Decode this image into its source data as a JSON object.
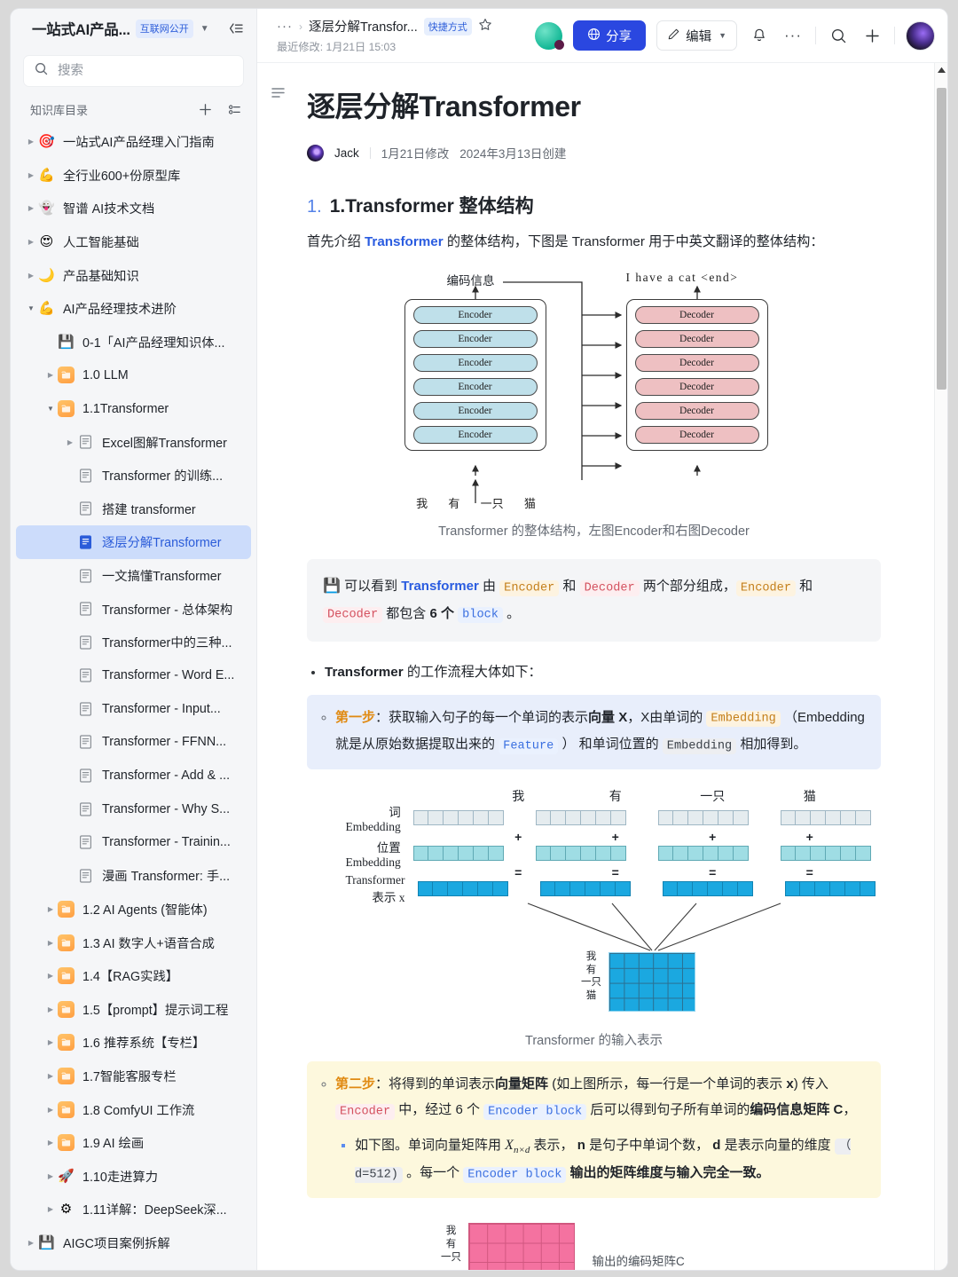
{
  "sidebar": {
    "title": "一站式AI产品...",
    "badge": "互联网公开",
    "search_placeholder": "搜索",
    "catalog_label": "知识库目录",
    "tree": [
      {
        "label": "一站式AI产品经理入门指南",
        "icon": "🎯",
        "depth": 0,
        "arrow": "right",
        "type": "emoji"
      },
      {
        "label": "全行业600+份原型库",
        "icon": "💪",
        "depth": 0,
        "arrow": "right",
        "type": "emoji"
      },
      {
        "label": "智谱 AI技术文档",
        "icon": "👻",
        "depth": 0,
        "arrow": "right",
        "type": "emoji"
      },
      {
        "label": "人工智能基础",
        "icon": "😍",
        "depth": 0,
        "arrow": "right",
        "type": "emoji"
      },
      {
        "label": "产品基础知识",
        "icon": "🌙",
        "depth": 0,
        "arrow": "right",
        "type": "emoji"
      },
      {
        "label": "AI产品经理技术进阶",
        "icon": "💪",
        "depth": 0,
        "arrow": "down",
        "type": "emoji"
      },
      {
        "label": "0-1「AI产品经理知识体...",
        "icon": "💾",
        "depth": 1,
        "arrow": "none",
        "type": "emoji"
      },
      {
        "label": "1.0 LLM",
        "icon": "folder",
        "depth": 1,
        "arrow": "right",
        "type": "chip"
      },
      {
        "label": "1.1Transformer",
        "icon": "folder",
        "depth": 1,
        "arrow": "down",
        "type": "chip"
      },
      {
        "label": "Excel图解Transformer",
        "icon": "doc",
        "depth": 2,
        "arrow": "right",
        "type": "doc"
      },
      {
        "label": "Transformer 的训练...",
        "icon": "doc",
        "depth": 2,
        "arrow": "none",
        "type": "doc"
      },
      {
        "label": "搭建 transformer",
        "icon": "doc",
        "depth": 2,
        "arrow": "none",
        "type": "doc"
      },
      {
        "label": "逐层分解Transformer",
        "icon": "doc",
        "depth": 2,
        "arrow": "none",
        "type": "doc",
        "selected": true
      },
      {
        "label": "一文搞懂Transformer",
        "icon": "doc",
        "depth": 2,
        "arrow": "none",
        "type": "doc"
      },
      {
        "label": "Transformer - 总体架构",
        "icon": "doc",
        "depth": 2,
        "arrow": "none",
        "type": "doc"
      },
      {
        "label": "Transformer中的三种...",
        "icon": "doc",
        "depth": 2,
        "arrow": "none",
        "type": "doc"
      },
      {
        "label": "Transformer - Word E...",
        "icon": "doc",
        "depth": 2,
        "arrow": "none",
        "type": "doc"
      },
      {
        "label": "Transformer - Input...",
        "icon": "doc",
        "depth": 2,
        "arrow": "none",
        "type": "doc"
      },
      {
        "label": "Transformer - FFNN...",
        "icon": "doc",
        "depth": 2,
        "arrow": "none",
        "type": "doc"
      },
      {
        "label": "Transformer - Add & ...",
        "icon": "doc",
        "depth": 2,
        "arrow": "none",
        "type": "doc"
      },
      {
        "label": "Transformer - Why S...",
        "icon": "doc",
        "depth": 2,
        "arrow": "none",
        "type": "doc"
      },
      {
        "label": "Transformer - Trainin...",
        "icon": "doc",
        "depth": 2,
        "arrow": "none",
        "type": "doc"
      },
      {
        "label": "漫画 Transformer: 手...",
        "icon": "doc",
        "depth": 2,
        "arrow": "none",
        "type": "doc"
      },
      {
        "label": "1.2 AI Agents (智能体)",
        "icon": "folder",
        "depth": 1,
        "arrow": "right",
        "type": "chip"
      },
      {
        "label": "1.3 AI 数字人+语音合成",
        "icon": "folder",
        "depth": 1,
        "arrow": "right",
        "type": "chip"
      },
      {
        "label": "1.4【RAG实践】",
        "icon": "folder",
        "depth": 1,
        "arrow": "right",
        "type": "chip"
      },
      {
        "label": "1.5【prompt】提示词工程",
        "icon": "folder",
        "depth": 1,
        "arrow": "right",
        "type": "chip"
      },
      {
        "label": "1.6 推荐系统【专栏】",
        "icon": "folder",
        "depth": 1,
        "arrow": "right",
        "type": "chip"
      },
      {
        "label": "1.7智能客服专栏",
        "icon": "folder",
        "depth": 1,
        "arrow": "right",
        "type": "chip"
      },
      {
        "label": "1.8 ComfyUI 工作流",
        "icon": "folder",
        "depth": 1,
        "arrow": "right",
        "type": "chip"
      },
      {
        "label": "1.9 AI 绘画",
        "icon": "folder",
        "depth": 1,
        "arrow": "right",
        "type": "chip"
      },
      {
        "label": "1.10走进算力",
        "icon": "🚀",
        "depth": 1,
        "arrow": "right",
        "type": "emoji"
      },
      {
        "label": "1.11详解：DeepSeek深...",
        "icon": "⚙",
        "depth": 1,
        "arrow": "right",
        "type": "emoji"
      },
      {
        "label": "AIGC项目案例拆解",
        "icon": "💾",
        "depth": 0,
        "arrow": "right",
        "type": "emoji"
      }
    ]
  },
  "topbar": {
    "crumb_dots": "···",
    "crumb_sep": "›",
    "crumb_current": "逐层分解Transfor...",
    "crumb_tag": "快捷方式",
    "sub_text": "最近修改: 1月21日 15:03",
    "share_label": "分享",
    "edit_label": "编辑"
  },
  "doc": {
    "title": "逐层分解Transformer",
    "author": "Jack",
    "modified": "1月21日修改",
    "created": "2024年3月13日创建",
    "section_num": "1.",
    "section_title": "1.Transformer 整体结构",
    "intro_a": "首先介绍 ",
    "intro_b": "Transformer",
    "intro_c": " 的整体结构，下图是 Transformer 用于中英文翻译的整体结构：",
    "fig1": {
      "label_encoded": "编码信息",
      "label_output": "I  have  a  cat  <end>",
      "encoder_cells": [
        "Encoder",
        "Encoder",
        "Encoder",
        "Encoder",
        "Encoder",
        "Encoder"
      ],
      "decoder_cells": [
        "Decoder",
        "Decoder",
        "Decoder",
        "Decoder",
        "Decoder",
        "Decoder"
      ],
      "input_words": [
        "我",
        "有",
        "一只",
        "猫"
      ],
      "caption": "Transformer 的整体结构，左图Encoder和右图Decoder"
    },
    "callout1": {
      "icon": "💾",
      "t1": "可以看到 ",
      "t2": "Transformer",
      "t3": " 由 ",
      "c1": "Encoder",
      "t4": " 和 ",
      "c2": "Decoder",
      "t5": " 两个部分组成，",
      "c3": "Encoder",
      "t6": " 和 ",
      "c4": "Decoder",
      "t7": " 都包含 ",
      "t8": "6 个",
      "c5": "block",
      "t9": " 。"
    },
    "flow_lead_a": "Transformer",
    "flow_lead_b": " 的工作流程大体如下：",
    "step1": {
      "key": "第一步",
      "a": "：获取输入句子的每一个单词的表示",
      "b": "向量 X",
      "c": "，X由单词的 ",
      "code1": "Embedding",
      "d": " （Embedding就是从原始数据提取出来的 ",
      "code2": "Feature",
      "e": " ） 和单词位置的 ",
      "code3": "Embedding",
      "f": " 相加得到。"
    },
    "fig2": {
      "words": [
        "我",
        "有",
        "一只",
        "猫"
      ],
      "row_labels": [
        "词 Embedding",
        "位置 Embedding",
        "Transformer 表示 x"
      ],
      "ops": [
        "+",
        "="
      ],
      "matrix_label": "我\n有\n一只\n猫",
      "caption": "Transformer 的输入表示"
    },
    "step2": {
      "key": "第二步",
      "a": "：将得到的单词表示",
      "b": "向量矩阵",
      "c": " (如上图所示，每一行是一个单词的表示 ",
      "d": "x",
      "e": ") 传入 ",
      "code1": "Encoder",
      "f": " 中，经过 6 个 ",
      "code2": "Encoder block",
      "g": " 后可以得到句子所有单词的",
      "h": "编码信息矩阵 C",
      "i": "，",
      "sub_a": "如下图。单词向量矩阵用 ",
      "sub_math": "X",
      "sub_math_sub": "n×d",
      "sub_b": " 表示， ",
      "sub_n": "n",
      "sub_c": " 是句子中单词个数， ",
      "sub_d": "d",
      "sub_e": " 是表示向量的维度 ",
      "code3": "（ d=512)",
      "sub_f": " 。每一个 ",
      "code4": "Encoder block",
      "sub_g": " 输出的矩阵维度与输入完全一致。"
    },
    "fig3": {
      "matrix_label": "我\n有\n一只",
      "caption": "输出的编码矩阵C"
    }
  },
  "colors": {
    "accent_blue": "#2a47e0",
    "link_blue": "#2a5ce0",
    "selected_bg": "#ccdcfb",
    "encoder_fill": "#bfe0ea",
    "decoder_fill": "#eec0c2",
    "embed_blue": "#1ba8e0",
    "matrix_pink": "#f472a0",
    "callout_blue_bg": "#e8eefb",
    "callout_yellow_bg": "#fdf8dd"
  }
}
